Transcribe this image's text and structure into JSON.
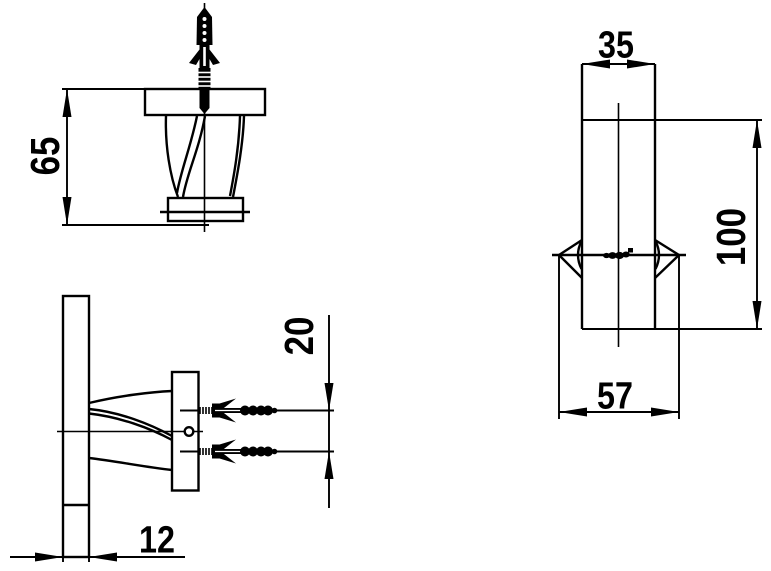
{
  "drawing": {
    "type": "technical dimension drawing - wall hook with mounting screws and wall plugs",
    "background_color": "#ffffff",
    "line_color": "#000000",
    "views": {
      "top_view": {
        "id": "top-view",
        "dimension_labels": {
          "depth": "65"
        }
      },
      "side_view": {
        "id": "side-view",
        "dimension_labels": {
          "hole_spacing": "20",
          "bar_thickness": "12"
        }
      },
      "front_view": {
        "id": "front-view",
        "dimension_labels": {
          "width": "35",
          "height": "100",
          "base_width": "57"
        }
      }
    },
    "dimensions": {
      "d65": "65",
      "d35": "35",
      "d100": "100",
      "d57": "57",
      "d20": "20",
      "d12": "12"
    }
  }
}
